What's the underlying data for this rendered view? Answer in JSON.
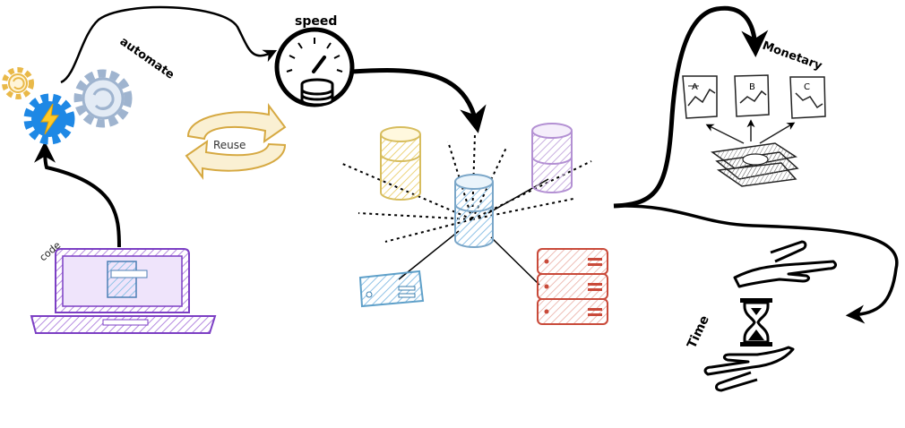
{
  "labels": {
    "code": "code",
    "automate": "automate",
    "speed": "speed",
    "reuse": "Reuse",
    "monetary": "Monetary",
    "time": "Time",
    "doc_a": "A",
    "doc_b": "B",
    "doc_c": "C"
  },
  "colors": {
    "laptop": "#8a4fd1",
    "gear_orange": "#e9b949",
    "gear_blue": "#1e88e5",
    "gear_grey": "#9fb4cf",
    "lightning": "#ffca28",
    "reuse": "#e1bf6a",
    "db_yellow": "#f3df96",
    "db_blue": "#b9d6ee",
    "db_purple": "#d9c5e8",
    "card_blue": "#b9dcef",
    "server_red": "#c94a3a",
    "arrow": "#000000"
  },
  "icons": [
    "laptop-icon",
    "gears-icon",
    "lightning-icon",
    "speedometer-icon",
    "reuse-icon",
    "database-icon",
    "card-icon",
    "server-icon",
    "money-icon",
    "chart-document-icon",
    "hands-icon",
    "hourglass-icon"
  ]
}
